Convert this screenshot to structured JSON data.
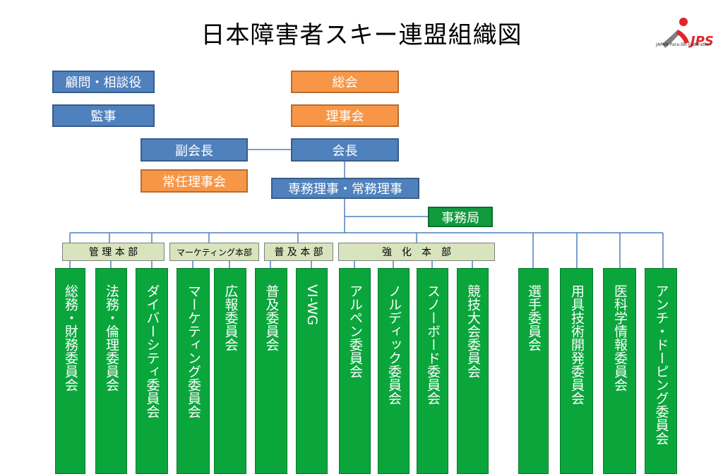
{
  "title": "日本障害者スキー連盟組織図",
  "logo": {
    "mark": "JPS",
    "subtitle": "JAPAN Para-Ski Federation",
    "colors": {
      "red": "#e0262b",
      "gray": "#7f7f7f"
    }
  },
  "boxes": {
    "advisor": "顧問・相談役",
    "auditor": "監事",
    "general_assembly": "総会",
    "board": "理事会",
    "vice_president": "副会長",
    "president": "会長",
    "standing_board": "常任理事会",
    "executive_directors": "専務理事・常務理事",
    "secretariat": "事務局"
  },
  "departments": {
    "management": "管 理 本 部",
    "marketing": "マーケティング本部",
    "promotion": "普 及 本 部",
    "strengthening": "強　化　本　部"
  },
  "committees": [
    "総務・財務委員会",
    "法務・倫理委員会",
    "ダイバーシティ委員会",
    "マーケティング委員会",
    "広報委員会",
    "普及委員会",
    "VI-WG",
    "アルペン委員会",
    "ノルディック委員会",
    "スノーボード委員会",
    "競技大会委員会",
    "選手委員会",
    "用具技術開発委員会",
    "医科学情報委員会",
    "アンチ・ドーピング委員会"
  ],
  "colors": {
    "blue": "#4f81bd",
    "orange": "#f79646",
    "green": "#0aa63c",
    "department": "#d7e4bd",
    "line": "#4f81bd"
  }
}
